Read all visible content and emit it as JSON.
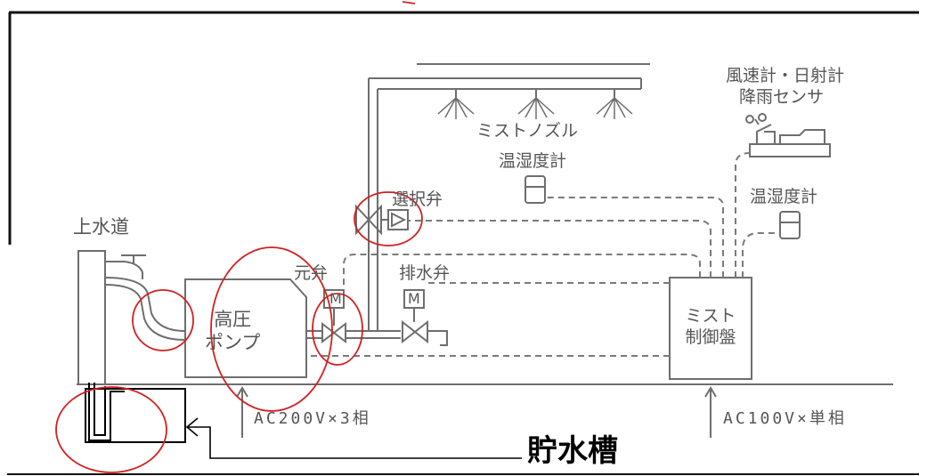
{
  "labels": {
    "water_supply": "上水道",
    "pump": "高圧\nポンプ",
    "source_valve": "元弁",
    "selection_valve": "選択弁",
    "drain_valve": "排水弁",
    "mist_nozzle": "ミストノズル",
    "hygrometer_1": "温湿度計",
    "hygrometer_2": "温湿度計",
    "sensors_line1": "風速計・日射計",
    "sensors_line2": "降雨センサ",
    "controller": "ミスト\n制御盤",
    "motor_symbol_1": "M",
    "motor_symbol_2": "M",
    "power_3phase": "AC200V×3相",
    "power_1phase": "AC100V×単相",
    "storage_tank": "貯水槽"
  },
  "colors": {
    "line": "#6e6e6e",
    "annotation_circle": "#d42020",
    "frame": "#111111",
    "tank_callout": "#000000"
  }
}
